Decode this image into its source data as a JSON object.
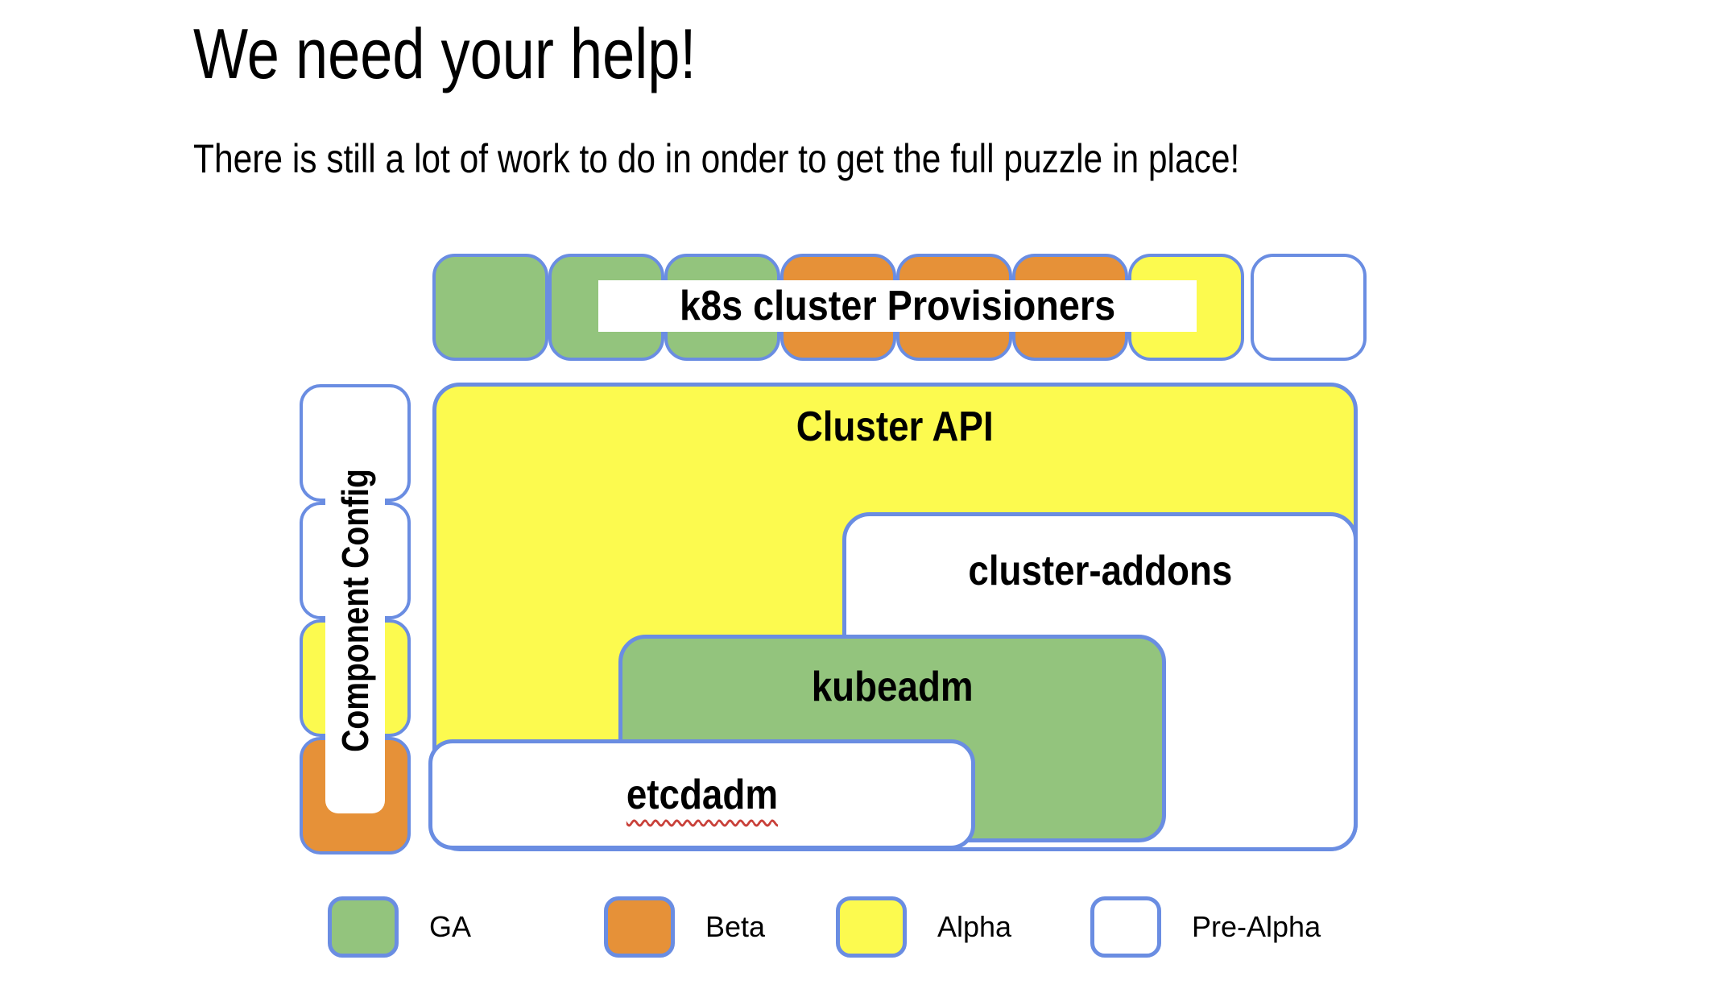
{
  "slide": {
    "title": "We need your help!",
    "subtitle": "There is still a lot of work to do in onder to get the full puzzle in place!"
  },
  "colors": {
    "ga_green": "#93c47d",
    "beta_orange": "#e69138",
    "alpha_yellow": "#fcfa4f",
    "prealpha_white": "#ffffff",
    "outline_blue": "#6a8de2",
    "squiggle_red": "#c9413a"
  },
  "diagram": {
    "provisioners": {
      "label": "k8s cluster Provisioners",
      "squares": [
        "ga",
        "ga",
        "ga",
        "beta",
        "beta",
        "beta",
        "alpha",
        "prealpha"
      ]
    },
    "component_config": {
      "label": "Component Config",
      "squares": [
        "prealpha",
        "prealpha",
        "alpha",
        "beta"
      ]
    },
    "cluster_api": {
      "label": "Cluster API",
      "status": "alpha"
    },
    "cluster_addons": {
      "label": "cluster-addons",
      "status": "prealpha"
    },
    "kubeadm": {
      "label": "kubeadm",
      "status": "ga"
    },
    "etcdadm": {
      "label": "etcdadm",
      "status": "prealpha"
    }
  },
  "legend": [
    {
      "label": "GA",
      "status": "ga"
    },
    {
      "label": "Beta",
      "status": "beta"
    },
    {
      "label": "Alpha",
      "status": "alpha"
    },
    {
      "label": "Pre-Alpha",
      "status": "prealpha"
    }
  ]
}
